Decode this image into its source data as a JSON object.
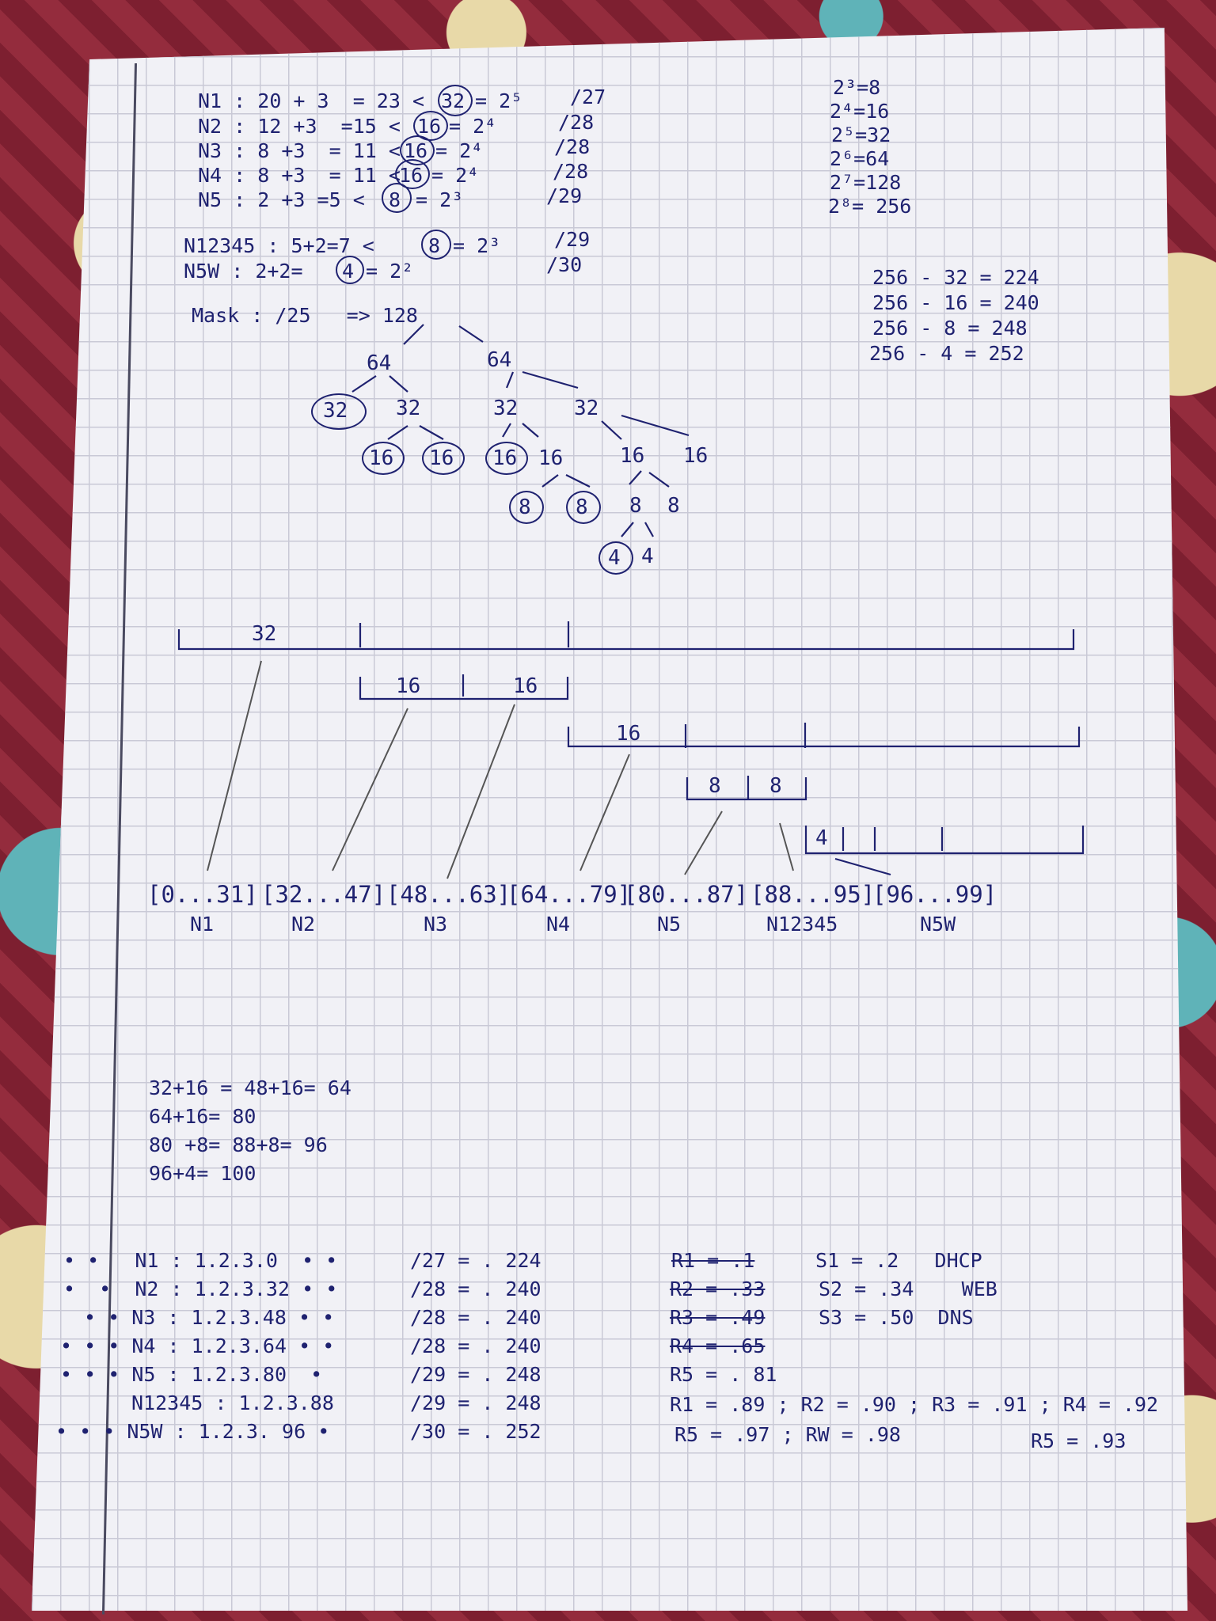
{
  "subnets": [
    {
      "name": "N1 :",
      "calc": "20 + 3  = 23 <",
      "circ": "32",
      "pow": "= 2⁵",
      "prefix": "/27"
    },
    {
      "name": "N2 :",
      "calc": "12 +3  =15 <",
      "circ": "16",
      "pow": "= 2⁴",
      "prefix": "/28"
    },
    {
      "name": "N3 :",
      "calc": "8 +3  = 11 <",
      "circ": "16",
      "pow": "= 2⁴",
      "prefix": "/28"
    },
    {
      "name": "N4 :",
      "calc": "8 +3  = 11 <",
      "circ": "16",
      "pow": "= 2⁴",
      "prefix": "/28"
    },
    {
      "name": "N5 :",
      "calc": "2 +3 =5 <",
      "circ": "8",
      "pow": "= 2³",
      "prefix": "/29"
    }
  ],
  "links": [
    {
      "name": "N12345 :",
      "calc": "5+2=7 <",
      "circ": "8",
      "pow": "= 2³",
      "prefix": "/29"
    },
    {
      "name": "N5W :",
      "calc": "2+2=",
      "circ": "4",
      "pow": "= 2²",
      "prefix": "/30"
    }
  ],
  "powers": [
    "2³=8",
    "2⁴=16",
    "2⁵=32",
    "2⁶=64",
    "2⁷=128",
    "2⁸= 256"
  ],
  "masks": [
    "256 - 32 = 224",
    "256 - 16 = 240",
    "256 - 8 = 248",
    "256 - 4 = 252"
  ],
  "mask_label": "Mask : /25   => 128",
  "tree": {
    "n64a": "64",
    "n64b": "64",
    "n32a": "32",
    "n32b": "32",
    "n32c": "32",
    "n32d": "32",
    "n16a": "16",
    "n16b": "16",
    "n16c": "16",
    "n16d": "16",
    "n16e": "16",
    "n16f": "16",
    "n8a": "8",
    "n8b": "8",
    "n8c": "8",
    "n8d": "8",
    "n4a": "4",
    "n4b": "4"
  },
  "blocks": {
    "b32": "32",
    "b16a": "16",
    "b16b": "16",
    "b16c": "16",
    "b8a": "8",
    "b8b": "8",
    "b4": "4"
  },
  "ranges": [
    {
      "range": "[0...31]",
      "net": "N1"
    },
    {
      "range": "[32...47]",
      "net": "N2"
    },
    {
      "range": "[48...63]",
      "net": "N3"
    },
    {
      "range": "[64...79]",
      "net": "N4"
    },
    {
      "range": "[80...87]",
      "net": "N5"
    },
    {
      "range": "[88...95]",
      "net": "N12345"
    },
    {
      "range": "[96...99]",
      "net": "N5W"
    }
  ],
  "sums": [
    "32+16 = 48+16= 64",
    "64+16= 80",
    "80 +8= 88+8= 96",
    "96+4= 100"
  ],
  "addresses": [
    {
      "dots": "• •",
      "net": "N1 :",
      "ip": "1.2.3.0",
      "dots2": "• •",
      "prefix": "/27 =",
      "mask": ". 224"
    },
    {
      "dots": "•  •",
      "net": "N2 :",
      "ip": "1.2.3.32",
      "dots2": "• •",
      "prefix": "/28 =",
      "mask": ". 240"
    },
    {
      "dots": "• •",
      "net": "N3 :",
      "ip": "1.2.3.48",
      "dots2": "• •",
      "prefix": "/28 =",
      "mask": ". 240"
    },
    {
      "dots": "• • •",
      "net": "N4 :",
      "ip": "1.2.3.64",
      "dots2": "• •",
      "prefix": "/28 =",
      "mask": ". 240"
    },
    {
      "dots": "• • •",
      "net": "N5 :",
      "ip": "1.2.3.80",
      "dots2": "•",
      "prefix": "/29 =",
      "mask": ". 248"
    },
    {
      "dots": "",
      "net": "N12345 :",
      "ip": "1.2.3.88",
      "dots2": "",
      "prefix": "/29 =",
      "mask": ". 248"
    },
    {
      "dots": "• • •",
      "net": "N5W :",
      "ip": "1.2.3. 96",
      "dots2": "•",
      "prefix": "/30 =",
      "mask": ". 252"
    }
  ],
  "routers": [
    "R1 = .1",
    "R2 = .33",
    "R3 = .49",
    "R4 = .65",
    "R5 = . 81"
  ],
  "servers": [
    {
      "s": "S1 = .2",
      "role": "DHCP"
    },
    {
      "s": "S2 = .34",
      "role": "WEB"
    },
    {
      "s": "S3 = .50",
      "role": "DNS"
    }
  ],
  "wan_line1": "R1 = .89 ; R2 = .90 ; R3 = .91 ; R4 = .92",
  "wan_line2": "R5 = .97 ; RW = .98",
  "wan_r5": "R5 = .93"
}
